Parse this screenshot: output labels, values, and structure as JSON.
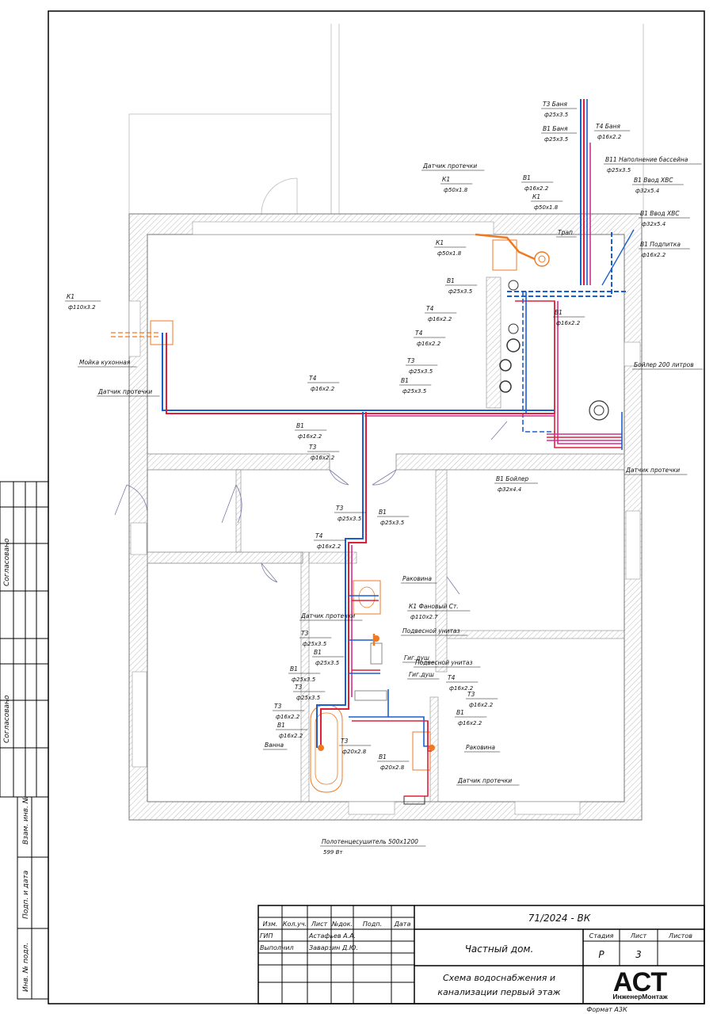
{
  "pipe_labels": [
    {
      "id": "t3-banya",
      "name": "Т3  Баня",
      "size": "ф25x3.5"
    },
    {
      "id": "t4-banya",
      "name": "Т4  Баня",
      "size": "ф16x2.2"
    },
    {
      "id": "v1-banya",
      "name": "В1  Баня",
      "size": "ф25x3.5"
    },
    {
      "id": "v11-pool",
      "name": "В11  Наполнение бассейна",
      "size": "ф25x3.5"
    },
    {
      "id": "v1-vvod-1",
      "name": "В1  Ввод ХВС",
      "size": "ф32x5.4"
    },
    {
      "id": "v1-vvod-2",
      "name": "В1  Ввод ХВС",
      "size": "ф32x5.4"
    },
    {
      "id": "v1-podpitka",
      "name": "В1  Подпитка",
      "size": "ф16x2.2"
    },
    {
      "id": "sensor-top",
      "name": "Датчик протечки",
      "size": ""
    },
    {
      "id": "k1-top",
      "name": "К1",
      "size": "ф50x1.8"
    },
    {
      "id": "v1-top",
      "name": "В1",
      "size": "ф16x2.2"
    },
    {
      "id": "k1-top-2",
      "name": "К1",
      "size": "ф50x1.8"
    },
    {
      "id": "k1-mid",
      "name": "К1",
      "size": "ф50x1.8"
    },
    {
      "id": "trap",
      "name": "Трап",
      "size": ""
    },
    {
      "id": "v1-mid",
      "name": "В1",
      "size": "ф25x3.5"
    },
    {
      "id": "v1-mid-2",
      "name": "В1",
      "size": "ф16x2.2"
    },
    {
      "id": "t4-mid",
      "name": "Т4",
      "size": "ф16x2.2"
    },
    {
      "id": "t4-mid-2",
      "name": "Т4",
      "size": "ф16x2.2"
    },
    {
      "id": "t3-mid",
      "name": "Т3",
      "size": "ф25x3.5"
    },
    {
      "id": "v1-mid-3",
      "name": "В1",
      "size": "ф25x3.5"
    },
    {
      "id": "k1-kitchen",
      "name": "К1",
      "size": "ф110x3.2"
    },
    {
      "id": "sink-kitchen",
      "name": "Мойка кухонная",
      "size": ""
    },
    {
      "id": "sensor-kitchen",
      "name": "Датчик протечки",
      "size": ""
    },
    {
      "id": "t4-kitchen",
      "name": "Т4",
      "size": "ф16x2.2"
    },
    {
      "id": "v1-kitchen",
      "name": "В1",
      "size": "ф16x2.2"
    },
    {
      "id": "t3-kitchen",
      "name": "Т3",
      "size": "ф16x2.2"
    },
    {
      "id": "boiler",
      "name": "Бойлер 200 литров",
      "size": ""
    },
    {
      "id": "sensor-boiler",
      "name": "Датчик протечки",
      "size": ""
    },
    {
      "id": "v1-boiler",
      "name": "В1  Бойлер",
      "size": "ф32x4.4"
    },
    {
      "id": "t3-hall",
      "name": "Т3",
      "size": "ф25x3.5"
    },
    {
      "id": "v1-hall",
      "name": "В1",
      "size": "ф25x3.5"
    },
    {
      "id": "t4-hall",
      "name": "Т4",
      "size": "ф16x2.2"
    },
    {
      "id": "sink-bath",
      "name": "Раковина",
      "size": ""
    },
    {
      "id": "k1-stack",
      "name": "К1  Фановый Ст.",
      "size": "ф110x2.7"
    },
    {
      "id": "sensor-wc",
      "name": "Датчик протечки",
      "size": ""
    },
    {
      "id": "wc-1",
      "name": "Подвесной унитаз",
      "size": ""
    },
    {
      "id": "t3-wc",
      "name": "Т3",
      "size": "ф25x3.5"
    },
    {
      "id": "v1-wc",
      "name": "В1",
      "size": "ф25x3.5"
    },
    {
      "id": "gig-1",
      "name": "Гиг.душ",
      "size": ""
    },
    {
      "id": "wc-2",
      "name": "Подвесной унитаз",
      "size": ""
    },
    {
      "id": "v1-wc-2",
      "name": "В1",
      "size": "ф25x3.5"
    },
    {
      "id": "gig-2",
      "name": "Гиг.душ",
      "size": ""
    },
    {
      "id": "t3-wc-2",
      "name": "Т3",
      "size": "ф25x3.5"
    },
    {
      "id": "t4-wc",
      "name": "Т4",
      "size": "ф16x2.2"
    },
    {
      "id": "t3-wc-3",
      "name": "Т3",
      "size": "ф16x2.2"
    },
    {
      "id": "v1-wc-3",
      "name": "В1",
      "size": "ф16x2.2"
    },
    {
      "id": "t3-bath",
      "name": "Т3",
      "size": "ф16x2.2"
    },
    {
      "id": "v1-bath",
      "name": "В1",
      "size": "ф16x2.2"
    },
    {
      "id": "bath",
      "name": "Ванна",
      "size": ""
    },
    {
      "id": "t3-bath-2",
      "name": "Т3",
      "size": "ф20x2.8"
    },
    {
      "id": "v1-bath-2",
      "name": "В1",
      "size": "ф20x2.8"
    },
    {
      "id": "sink-2",
      "name": "Раковина",
      "size": ""
    },
    {
      "id": "sensor-bottom",
      "name": "Датчик протечки",
      "size": ""
    },
    {
      "id": "towel",
      "name": "Полотенцесушитель 500x1200",
      "size": "599 Вт"
    }
  ],
  "side_stamp": {
    "agreed_1": "Согласовано",
    "agreed_2": "Согласовано",
    "vzam": "Взам. инв. №",
    "podp": "Подп. и дата",
    "inv": "Инв. № подл."
  },
  "title_block": {
    "code": "71/2024 - ВК",
    "headers": [
      "Изм.",
      "Кол.уч.",
      "Лист",
      "№док.",
      "Подп.",
      "Дата"
    ],
    "row_gip_role": "ГИП",
    "row_gip_name": "Астафьев А.А.",
    "row_exec_role": "Выполнил",
    "row_exec_name": "Заварзин Д.Ю.",
    "object": "Частный дом.",
    "sheet_title_1": "Схема водоснабжения и",
    "sheet_title_2": "канализации первый этаж",
    "stage_h": "Стадия",
    "list_h": "Лист",
    "lists_h": "Листов",
    "stage": "Р",
    "list": "3",
    "lists": "",
    "logo": "АСТ",
    "logo_sub": "ИнженерМонтаж",
    "format": "Формат А3К"
  },
  "colors": {
    "cold": "#1a5fd0",
    "hot": "#e0203a",
    "recirc": "#d03090",
    "sewer": "#f07820",
    "wall": "#888888"
  }
}
